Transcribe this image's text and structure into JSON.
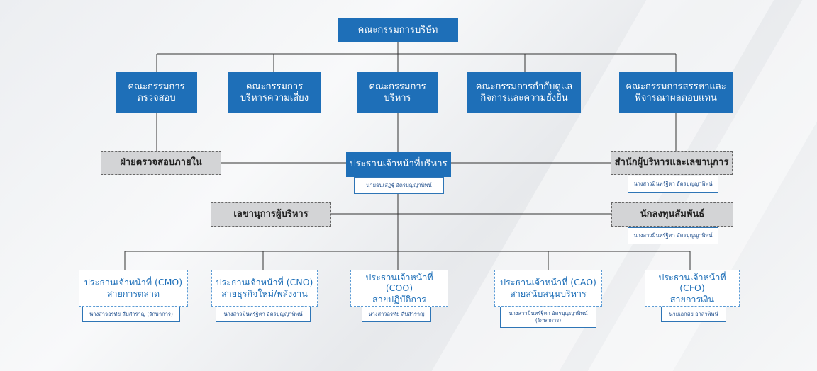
{
  "board": "คณะกรรมการบริษัท",
  "committees": [
    {
      "line1": "คณะกรรมการ",
      "line2": "ตรวจสอบ"
    },
    {
      "line1": "คณะกรรมการ",
      "line2": "บริหารความเสี่ยง"
    },
    {
      "line1": "คณะกรรมการ",
      "line2": "บริหาร"
    },
    {
      "line1": "คณะกรรมการกำกับดูแล",
      "line2": "กิจการและความยั่งยืน"
    },
    {
      "line1": "คณะกรรมการสรรหาและ",
      "line2": "พิจารณาผลตอบแทน"
    }
  ],
  "ceo": {
    "title": "ประธานเจ้าหน้าที่บริหาร",
    "name": "นายธนเสฏฐ์ อัครบุญญาพิพน์"
  },
  "internal_audit": "ฝ่ายตรวจสอบภายใน",
  "corporate_office": {
    "title": "สำนักผู้บริหารและเลขานุการ",
    "name": "นางสาวมินทร์ฐิตา อัครบุญญาพิพน์"
  },
  "exec_secretary": "เลขานุการผู้บริหาร",
  "investor_relations": {
    "title": "นักลงทุนสัมพันธ์",
    "name": "นางสาวมินทร์ฐิตา อัครบุญญาพิพน์"
  },
  "officers": [
    {
      "line1": "ประธานเจ้าหน้าที่ (CMO)",
      "line2": "สายการตลาด",
      "name": "นางสาวอรทัย สืบสำราญ (รักษาการ)"
    },
    {
      "line1": "ประธานเจ้าหน้าที่ (CNO)",
      "line2": "สายธุรกิจใหม่/พลังงาน",
      "name": "นางสาวมินทร์ฐิตา อัครบุญญาพิพน์"
    },
    {
      "line1": "ประธานเจ้าหน้าที่ (COO)",
      "line2": "สายปฏิบัติการ",
      "name": "นางสาวอรทัย สืบสำราญ"
    },
    {
      "line1": "ประธานเจ้าหน้าที่ (CAO)",
      "line2": "สายสนับสนุนบริหาร",
      "name": "นางสาวมินทร์ฐิตา อัครบุญญาพิพน์",
      "name2": "(รักษาการ)"
    },
    {
      "line1": "ประธานเจ้าหน้าที่ (CFO)",
      "line2": "สายการเงิน",
      "name": "นายเอกลัย อาสาพิพน์"
    }
  ],
  "colors": {
    "primary": "#1e6fb8",
    "grey_box": "#d3d4d6",
    "line": "#333333"
  }
}
